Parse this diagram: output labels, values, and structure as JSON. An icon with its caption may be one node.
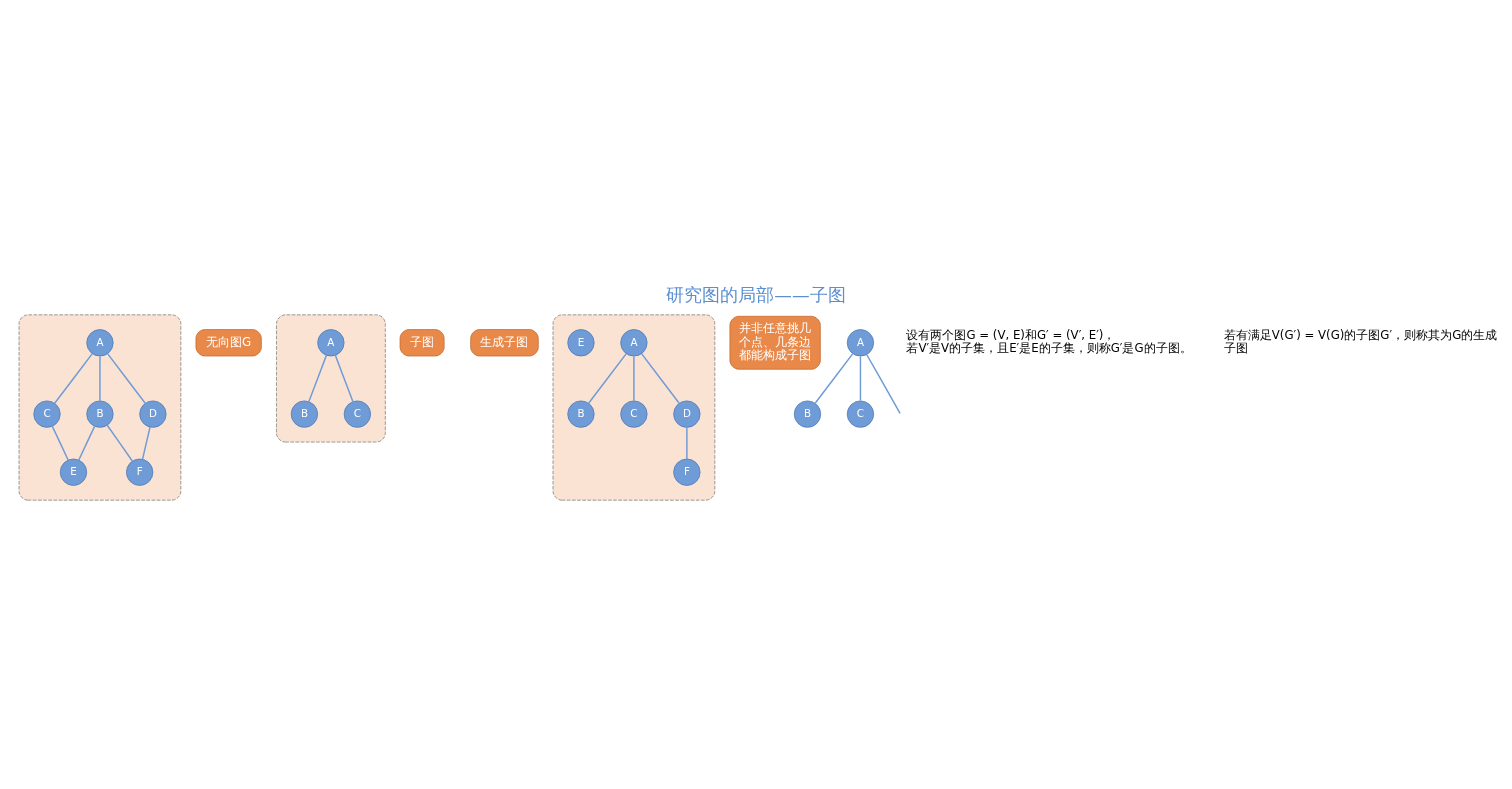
{
  "diagram": {
    "title": "研究图的局部——子图",
    "nodes": [
      {
        "text": [],
        "shape": "box"
      },
      {
        "text": [
          "A"
        ],
        "in": 0
      },
      {
        "text": [
          "B"
        ],
        "in": 0
      },
      {
        "text": [
          "C"
        ],
        "in": 0
      },
      {
        "text": [
          "D"
        ],
        "in": 0
      },
      {
        "text": [
          "E"
        ],
        "in": 0
      },
      {
        "text": [
          "F"
        ],
        "in": 0
      },
      {
        "text": [
          "无向图G"
        ]
      },
      {
        "text": [],
        "shape": "box"
      },
      {
        "text": [
          "A"
        ],
        "in": 8
      },
      {
        "text": [
          "B"
        ],
        "in": 8
      },
      {
        "text": [
          "C"
        ],
        "in": 8
      },
      {
        "text": [
          "子图"
        ]
      },
      {
        "text": [
          "生成子图"
        ]
      },
      {
        "text": [],
        "shape": "box"
      },
      {
        "text": [
          "A"
        ],
        "in": 14
      },
      {
        "text": [
          "B"
        ],
        "in": 14
      },
      {
        "text": [
          "C"
        ],
        "in": 14
      },
      {
        "text": [
          "D"
        ],
        "in": 14
      },
      {
        "text": [
          "E"
        ],
        "in": 14
      },
      {
        "text": [
          "F"
        ],
        "in": 14
      },
      {
        "text": [
          "并非任意挑几个点、几条边都能构成子图"
        ]
      },
      {
        "text": [
          "A"
        ]
      },
      {
        "text": [
          "B"
        ]
      },
      {
        "text": [
          "C"
        ]
      }
    ],
    "edges": [
      {
        "from": 1,
        "to": 2,
        "arrow": "none"
      },
      {
        "from": 1,
        "to": 3,
        "arrow": "none"
      },
      {
        "from": 1,
        "to": 4,
        "arrow": "none"
      },
      {
        "from": 2,
        "to": 5,
        "arrow": "none"
      },
      {
        "from": 2,
        "to": 6,
        "arrow": "none"
      },
      {
        "from": 3,
        "to": 5,
        "arrow": "none"
      },
      {
        "from": 4,
        "to": 6,
        "arrow": "none"
      },
      {
        "from": 9,
        "to": 10,
        "arrow": "none"
      },
      {
        "from": 9,
        "to": 11,
        "arrow": "none"
      },
      {
        "from": 15,
        "to": 16,
        "arrow": "none"
      },
      {
        "from": 15,
        "to": 17,
        "arrow": "none"
      },
      {
        "from": 15,
        "to": 18,
        "arrow": "none"
      },
      {
        "from": 18,
        "to": 20,
        "arrow": "none"
      },
      {
        "from": 22,
        "to": 23,
        "arrow": "none"
      },
      {
        "from": 22,
        "to": 24,
        "arrow": "none"
      },
      {
        "from": 22,
        "to": null,
        "arrow": "none"
      }
    ],
    "labels": [
      "设有两个图G = (V, E)和G′ = (V′, E′)，若V′是V的子集，且E′是E的子集，则称G′是G的子图。",
      "若有满足V(G′) = V(G)的子图G′，则称其为G的生成子图"
    ]
  }
}
